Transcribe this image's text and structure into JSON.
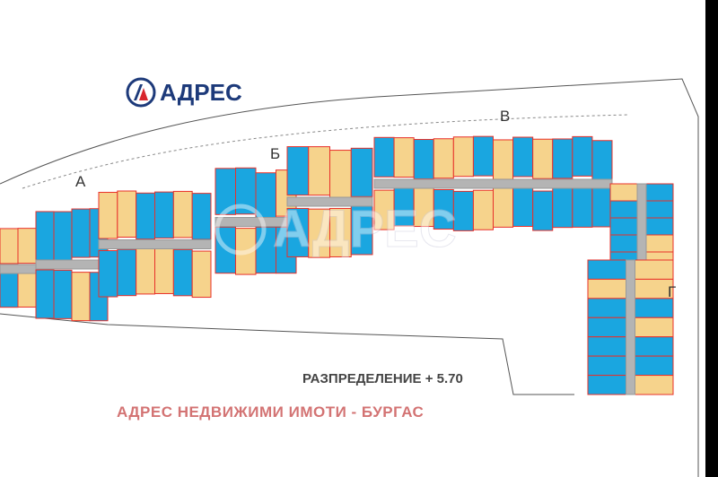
{
  "logo": {
    "text": "АДРЕС"
  },
  "blocks": [
    {
      "label": "А"
    },
    {
      "label": "Б"
    },
    {
      "label": "В"
    },
    {
      "label": "Г"
    }
  ],
  "caption": "РАЗПРЕДЕЛЕНИЕ + 5.70",
  "watermark": {
    "text": "АДРЕС НЕДВИЖИМИ ИМОТИ - БУРГАС",
    "center_text": "АДРЕС"
  },
  "colors": {
    "blue_unit": "#1aa6e0",
    "yellow_unit": "#f6d38c",
    "corridor": "#b4b4b4",
    "wall": "#e8302a",
    "logo": "#1d3a7a",
    "logo_accent": "#d8262d"
  }
}
